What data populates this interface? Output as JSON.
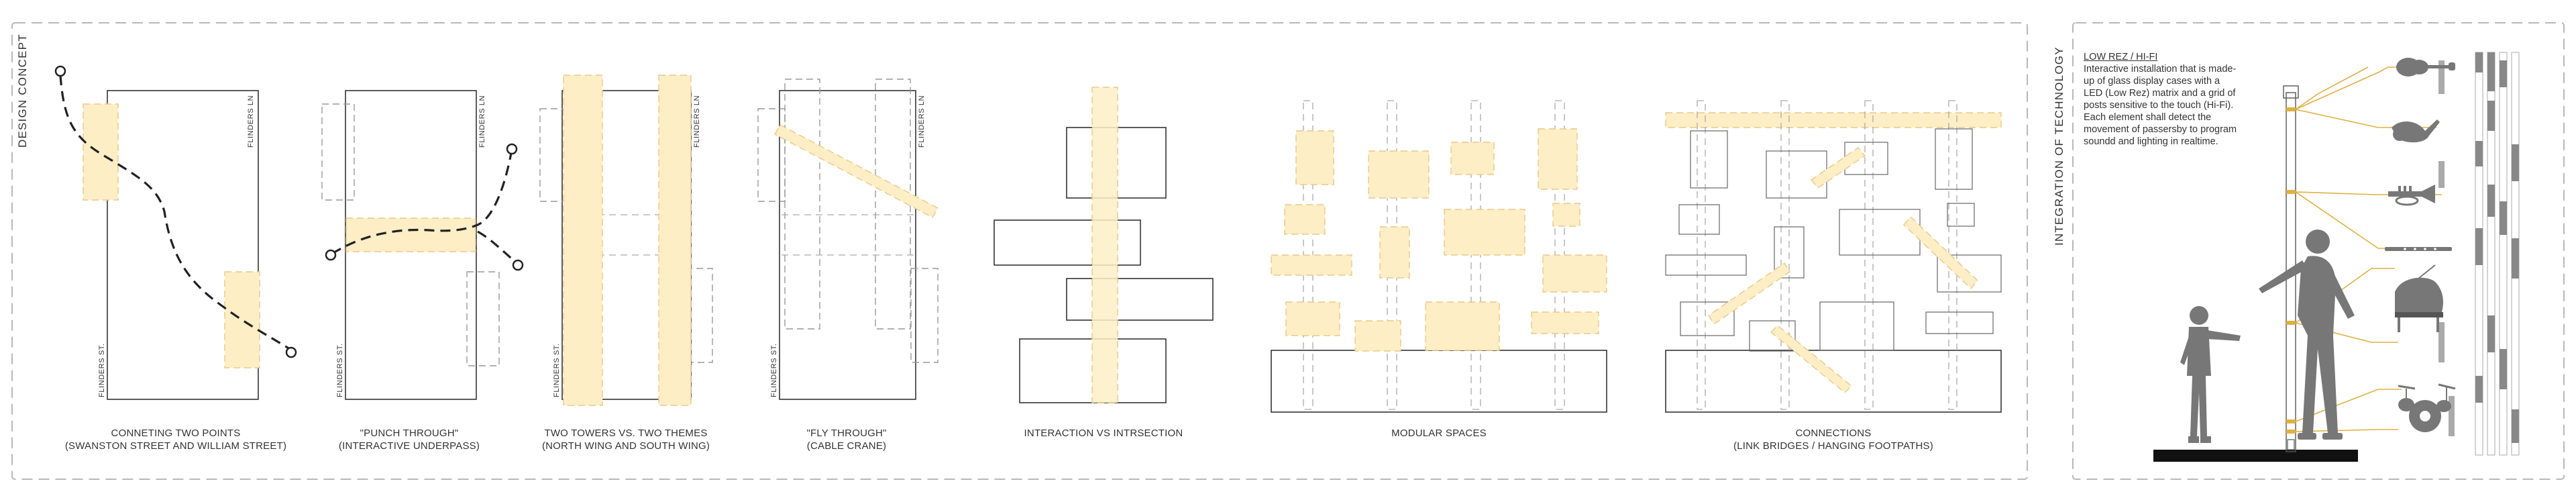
{
  "sections": {
    "design_concept_title": "DESIGN CONCEPT",
    "technology_title": "INTEGRATION OF TECHNOLOGY"
  },
  "street_labels": {
    "flinders_st": "FLINDERS ST.",
    "flinders_ln": "FLINDERS LN"
  },
  "panels": [
    {
      "caption_l1": "CONNETING TWO POINTS",
      "caption_l2": "(SWANSTON STREET AND WILLIAM STREET)"
    },
    {
      "caption_l1": "\"PUNCH THROUGH\"",
      "caption_l2": "(INTERACTIVE UNDERPASS)"
    },
    {
      "caption_l1": "TWO TOWERS VS. TWO THEMES",
      "caption_l2": "(NORTH WING AND SOUTH WING)"
    },
    {
      "caption_l1": "\"FLY THROUGH\"",
      "caption_l2": "(CABLE CRANE)"
    },
    {
      "caption_l1": "INTERACTION VS INTRSECTION",
      "caption_l2": ""
    },
    {
      "caption_l1": "MODULAR SPACES",
      "caption_l2": ""
    },
    {
      "caption_l1": "CONNECTIONS",
      "caption_l2": "(LINK BRIDGES / HANGING FOOTPATHS)"
    }
  ],
  "technology": {
    "title": "LOW REZ / HI-FI",
    "body": "Interactive installation that is made-up of glass display cases with a LED (Low Rez) matrix and a grid of posts sensitive to the touch (Hi-Fi). Each element shall detect the movement of passersby to program soundd and lighting in realtime.",
    "instruments": [
      "cello-icon",
      "saxophone-icon",
      "trumpet-icon",
      "flute-icon",
      "grand-piano-icon",
      "drum-kit-icon"
    ]
  },
  "colors": {
    "highlight_fill": "#fdeec6",
    "highlight_stroke": "#e8c98a",
    "line": "#333333",
    "dash": "#9a9a9a",
    "border": "#b5b5b5",
    "wire": "#e0b040",
    "silhouette": "#777777"
  }
}
